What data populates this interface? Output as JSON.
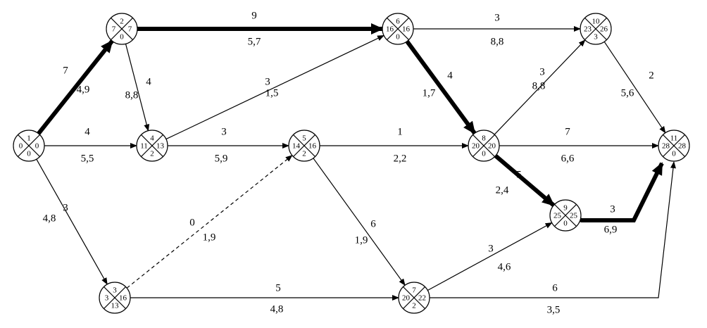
{
  "nodes": [
    {
      "id": "1",
      "left": "0",
      "right": "0",
      "bottom": "0"
    },
    {
      "id": "2",
      "left": "7",
      "right": "7",
      "bottom": "0"
    },
    {
      "id": "3",
      "left": "3",
      "right": "16",
      "bottom": "13"
    },
    {
      "id": "4",
      "left": "11",
      "right": "13",
      "bottom": "2"
    },
    {
      "id": "5",
      "left": "14",
      "right": "16",
      "bottom": "2"
    },
    {
      "id": "6",
      "left": "16",
      "right": "16",
      "bottom": "0"
    },
    {
      "id": "7",
      "left": "20",
      "right": "22",
      "bottom": "2"
    },
    {
      "id": "8",
      "left": "20",
      "right": "20",
      "bottom": "0"
    },
    {
      "id": "9",
      "left": "25",
      "right": "25",
      "bottom": "0"
    },
    {
      "id": "10",
      "left": "23",
      "right": "26",
      "bottom": "3"
    },
    {
      "id": "11",
      "left": "28",
      "right": "28",
      "bottom": "0"
    }
  ],
  "edges": [
    {
      "from": "1",
      "to": "2",
      "duration": "7",
      "extra": "4,9",
      "critical": true,
      "dummy": false
    },
    {
      "from": "1",
      "to": "4",
      "duration": "4",
      "extra": "5,5",
      "critical": false,
      "dummy": false
    },
    {
      "from": "1",
      "to": "3",
      "duration": "3",
      "extra": "4,8",
      "critical": false,
      "dummy": false
    },
    {
      "from": "2",
      "to": "6",
      "duration": "9",
      "extra": "5,7",
      "critical": true,
      "dummy": false
    },
    {
      "from": "2",
      "to": "4",
      "duration": "4",
      "extra": "8,8",
      "critical": false,
      "dummy": false
    },
    {
      "from": "4",
      "to": "6",
      "duration": "3",
      "extra": "1,5",
      "critical": false,
      "dummy": false
    },
    {
      "from": "4",
      "to": "5",
      "duration": "3",
      "extra": "5,9",
      "critical": false,
      "dummy": false
    },
    {
      "from": "3",
      "to": "5",
      "duration": "0",
      "extra": "1,9",
      "critical": false,
      "dummy": true
    },
    {
      "from": "3",
      "to": "7",
      "duration": "5",
      "extra": "4,8",
      "critical": false,
      "dummy": false
    },
    {
      "from": "5",
      "to": "8",
      "duration": "1",
      "extra": "2,2",
      "critical": false,
      "dummy": false
    },
    {
      "from": "5",
      "to": "7",
      "duration": "6",
      "extra": "1,9",
      "critical": false,
      "dummy": false
    },
    {
      "from": "6",
      "to": "10",
      "duration": "3",
      "extra": "8,8",
      "critical": false,
      "dummy": false
    },
    {
      "from": "6",
      "to": "8",
      "duration": "4",
      "extra": "1,7",
      "critical": true,
      "dummy": false
    },
    {
      "from": "8",
      "to": "10",
      "duration": "3",
      "extra": "8,8",
      "critical": false,
      "dummy": false
    },
    {
      "from": "8",
      "to": "11",
      "duration": "7",
      "extra": "6,6",
      "critical": false,
      "dummy": false
    },
    {
      "from": "8",
      "to": "9",
      "duration": "5",
      "extra": "2,4",
      "critical": true,
      "dummy": false
    },
    {
      "from": "7",
      "to": "9",
      "duration": "3",
      "extra": "4,6",
      "critical": false,
      "dummy": false
    },
    {
      "from": "7",
      "to": "11",
      "duration": "6",
      "extra": "3,5",
      "critical": false,
      "dummy": false
    },
    {
      "from": "10",
      "to": "11",
      "duration": "2",
      "extra": "5,6",
      "critical": false,
      "dummy": false
    },
    {
      "from": "9",
      "to": "11",
      "duration": "3",
      "extra": "6,9",
      "critical": true,
      "dummy": false
    }
  ]
}
